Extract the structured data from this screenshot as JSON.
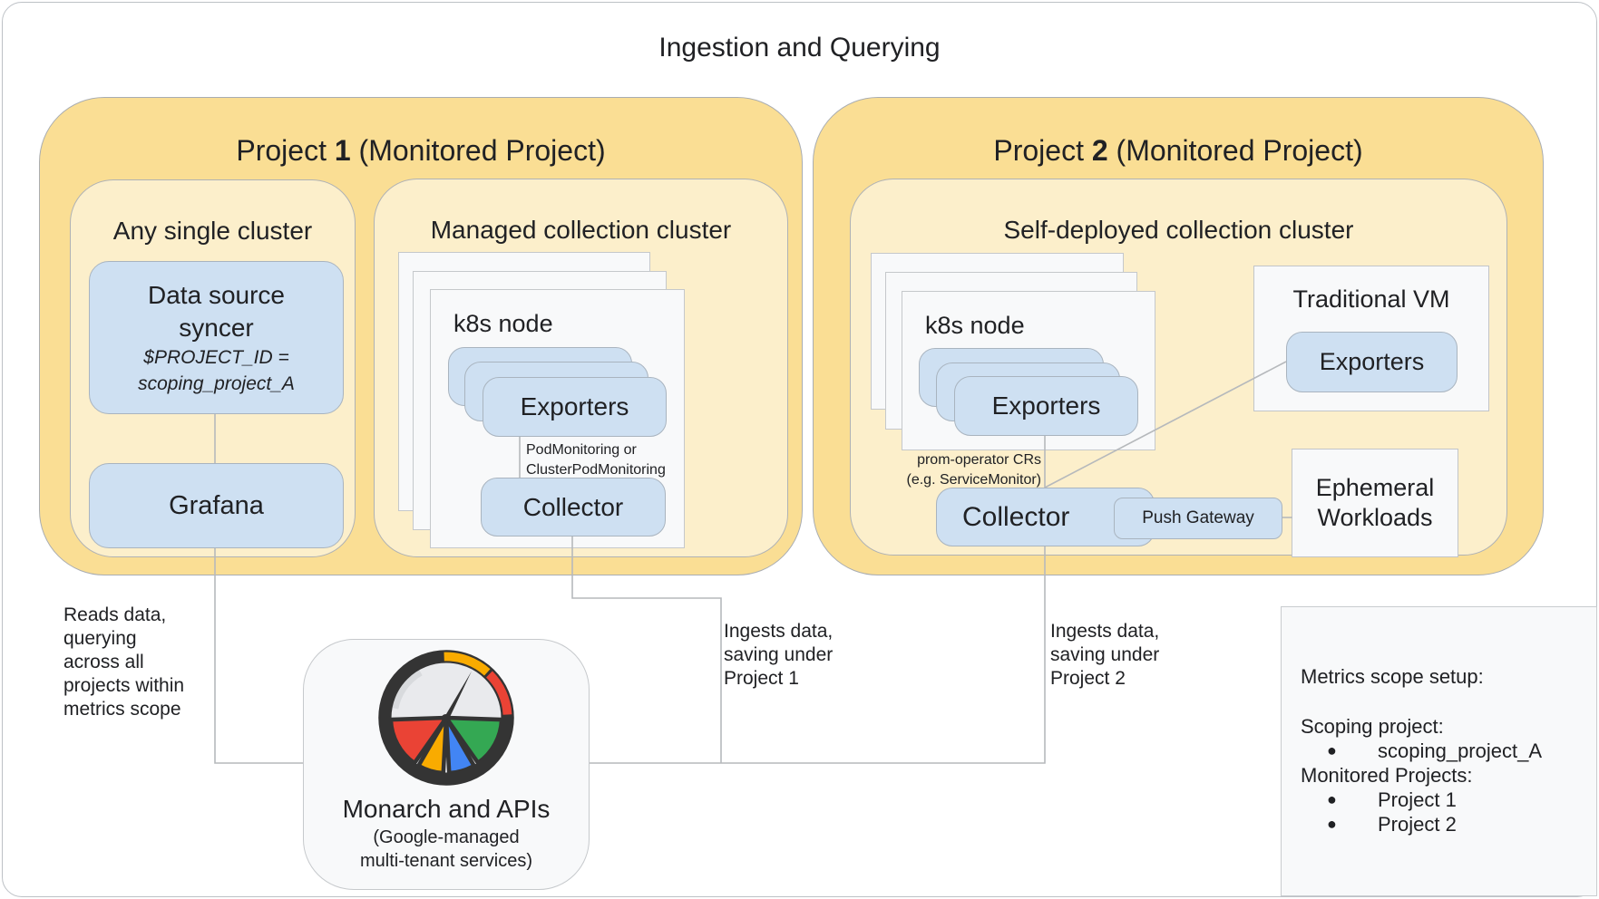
{
  "title": "Ingestion and Querying",
  "project1": {
    "title_prefix": "Project ",
    "title_num": "1",
    "title_suffix": " (Monitored Project)",
    "any_single_cluster": {
      "title": "Any single cluster",
      "data_source_syncer": {
        "line1": "Data source",
        "line2": "syncer",
        "sub1": "$PROJECT_ID =",
        "sub2": "scoping_project_A"
      },
      "grafana": "Grafana"
    },
    "managed_cluster": {
      "title": "Managed collection cluster",
      "k8s_node": "k8s node",
      "exporters": "Exporters",
      "edge_label_line1": "PodMonitoring or",
      "edge_label_line2": "ClusterPodMonitoring",
      "collector": "Collector"
    }
  },
  "project2": {
    "title_prefix": "Project ",
    "title_num": "2",
    "title_suffix": " (Monitored Project)",
    "self_deployed_cluster": {
      "title": "Self-deployed collection cluster",
      "k8s_node": "k8s node",
      "exporters": "Exporters",
      "edge_label_line1": "prom-operator CRs",
      "edge_label_line2": "(e.g. ServiceMonitor)",
      "collector": "Collector",
      "push_gateway": "Push Gateway",
      "traditional_vm": {
        "title": "Traditional VM",
        "exporters": "Exporters"
      },
      "ephemeral_workloads": {
        "line1": "Ephemeral",
        "line2": "Workloads"
      }
    }
  },
  "monarch": {
    "title": "Monarch and APIs",
    "subtitle_line1": "(Google-managed",
    "subtitle_line2": "multi-tenant services)",
    "icon": "prometheus-gauge-icon"
  },
  "labels": {
    "reads_data": [
      "Reads data,",
      "querying",
      "across all",
      "projects within",
      "metrics scope"
    ],
    "ingests_p1": [
      "Ingests data,",
      "saving under",
      "Project 1"
    ],
    "ingests_p2": [
      "Ingests data,",
      "saving under",
      "Project 2"
    ]
  },
  "metrics_scope": {
    "title": "Metrics scope setup:",
    "scoping_label": "Scoping project:",
    "scoping_value": "scoping_project_A",
    "monitored_label": "Monitored Projects:",
    "monitored_values": [
      "Project 1",
      "Project 2"
    ]
  },
  "colors": {
    "outer_yellow": "#FADE94",
    "inner_yellow": "#FCEFCB",
    "box_blue": "#CEE0F2",
    "card_bg": "#F8F9FA",
    "connector_gray": "#B6B9BC",
    "gauge_red": "#EA4335",
    "gauge_yellow": "#F9AB00",
    "gauge_blue": "#4285F4",
    "gauge_green": "#34A853",
    "gauge_ring": "#343434"
  }
}
